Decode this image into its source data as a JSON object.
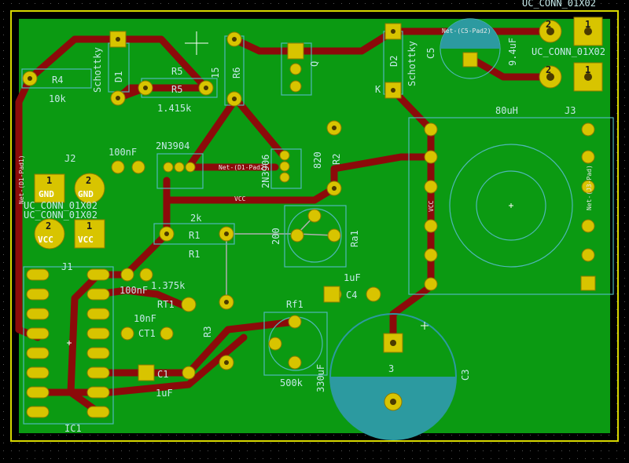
{
  "board": {
    "colors": {
      "background": "#000000",
      "copper": "#0b9a12",
      "board_edge": "#d8d800",
      "trace": "#8c0a0a",
      "pad": "#d8c400",
      "silk": "#c4e8e8",
      "cap_fill": "#2c9aa0"
    }
  },
  "nets": {
    "net_c5": "Net-(C5-Pad2)",
    "net_d1": "Net-(D1-Pad2)",
    "net_d1_vert": "Net-(D1-Pad1)",
    "vcc": "VCC",
    "net_j3": "Net-(J3-Pad)"
  },
  "labels": {
    "top_right": "UC_CONN_01X02",
    "conn_mid": "UC_CONN_01X02",
    "j2_1": "UC_CONN_01X02",
    "j2_2": "UC_CONN_01X02",
    "schottky1": "Schottky",
    "schottky2": "Schottky",
    "d1": "D1",
    "d2": "D2",
    "r4": "R4",
    "r4_val": "10k",
    "r5": "R5",
    "r5_val": "1.415k",
    "r5_top": "R5",
    "r6": "R6",
    "r6_val": "15",
    "q": "Q",
    "c5": "C5",
    "c5_val": "9.4uF",
    "j3": "J3",
    "inductor_val": "80uH",
    "j2": "J2",
    "cap_100nf": "100nF",
    "q_2n3904": "2N3904",
    "q_2n3906": "2N3906",
    "r2": "R2",
    "r2_val": "820",
    "r1": "R1",
    "r1_val": "2k",
    "r1_sub": "R1",
    "val_200": "200",
    "ra1": "Ra1",
    "c4_val": "1uF",
    "c4": "C4",
    "j1": "J1",
    "cap2_100nf": "100nF",
    "rt1_val": "1.375k",
    "rt1": "RT1",
    "ct_val": "10nF",
    "ct1": "CT1",
    "c1": "C1",
    "c1_val": "1uF",
    "r3": "R3",
    "rf1": "Rf1",
    "rf1_val": "500k",
    "c3_val": "330uF",
    "c3": "C3",
    "val_3": "3",
    "ic": "IC1",
    "k": "K"
  },
  "pins": {
    "gnd": "GND",
    "vcc": "VCC",
    "one": "1",
    "two": "2"
  }
}
